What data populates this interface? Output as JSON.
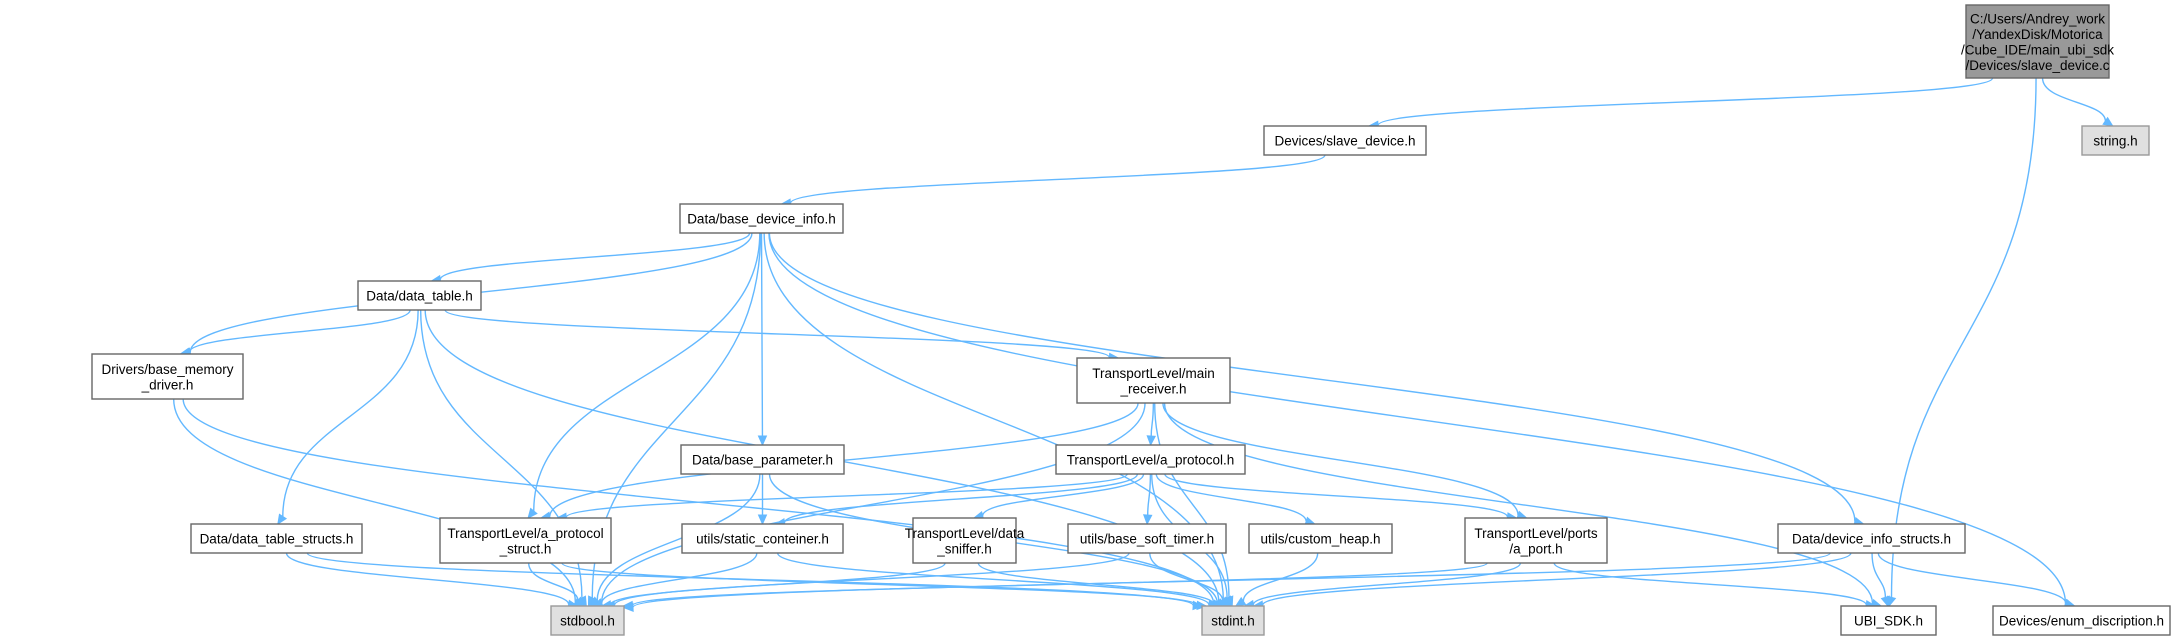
{
  "graph": {
    "colors": {
      "edge": "#63b8ff",
      "node_border": "#666666",
      "node_fill": "#ffffff",
      "system_fill": "#e0e0e0",
      "root_fill": "#999999"
    },
    "nodes": {
      "root": {
        "label": [
          "C:/Users/Andrey_work",
          "/YandexDisk/Motorica",
          "/Cube_IDE/main_ubi_sdk",
          "/Devices/slave_device.c"
        ],
        "kind": "root"
      },
      "slave_device_h": {
        "label": [
          "Devices/slave_device.h"
        ],
        "kind": "header"
      },
      "string_h": {
        "label": [
          "string.h"
        ],
        "kind": "system"
      },
      "base_device_info_h": {
        "label": [
          "Data/base_device_info.h"
        ],
        "kind": "header"
      },
      "data_table_h": {
        "label": [
          "Data/data_table.h"
        ],
        "kind": "header"
      },
      "base_memory_driver_h": {
        "label": [
          "Drivers/base_memory",
          "_driver.h"
        ],
        "kind": "header"
      },
      "main_receiver_h": {
        "label": [
          "TransportLevel/main",
          "_receiver.h"
        ],
        "kind": "header"
      },
      "base_parameter_h": {
        "label": [
          "Data/base_parameter.h"
        ],
        "kind": "header"
      },
      "a_protocol_h": {
        "label": [
          "TransportLevel/a_protocol.h"
        ],
        "kind": "header"
      },
      "data_table_structs_h": {
        "label": [
          "Data/data_table_structs.h"
        ],
        "kind": "header"
      },
      "a_protocol_struct_h": {
        "label": [
          "TransportLevel/a_protocol",
          "_struct.h"
        ],
        "kind": "header"
      },
      "static_conteiner_h": {
        "label": [
          "utils/static_conteiner.h"
        ],
        "kind": "header"
      },
      "data_sniffer_h": {
        "label": [
          "TransportLevel/data",
          "_sniffer.h"
        ],
        "kind": "header"
      },
      "base_soft_timer_h": {
        "label": [
          "utils/base_soft_timer.h"
        ],
        "kind": "header"
      },
      "custom_heap_h": {
        "label": [
          "utils/custom_heap.h"
        ],
        "kind": "header"
      },
      "a_port_h": {
        "label": [
          "TransportLevel/ports",
          "/a_port.h"
        ],
        "kind": "header"
      },
      "device_info_structs_h": {
        "label": [
          "Data/device_info_structs.h"
        ],
        "kind": "header"
      },
      "stdbool_h": {
        "label": [
          "stdbool.h"
        ],
        "kind": "system"
      },
      "stdint_h": {
        "label": [
          "stdint.h"
        ],
        "kind": "system"
      },
      "ubi_sdk_h": {
        "label": [
          "UBI_SDK.h"
        ],
        "kind": "header"
      },
      "enum_discription_h": {
        "label": [
          "Devices/enum_discription.h"
        ],
        "kind": "header"
      }
    },
    "edges": [
      [
        "root",
        "slave_device_h"
      ],
      [
        "root",
        "string_h"
      ],
      [
        "root",
        "ubi_sdk_h"
      ],
      [
        "slave_device_h",
        "base_device_info_h"
      ],
      [
        "base_device_info_h",
        "data_table_h"
      ],
      [
        "base_device_info_h",
        "base_memory_driver_h"
      ],
      [
        "base_device_info_h",
        "stdbool_h"
      ],
      [
        "base_device_info_h",
        "a_protocol_struct_h"
      ],
      [
        "base_device_info_h",
        "base_parameter_h"
      ],
      [
        "base_device_info_h",
        "stdint_h"
      ],
      [
        "base_device_info_h",
        "device_info_structs_h"
      ],
      [
        "base_device_info_h",
        "enum_discription_h"
      ],
      [
        "data_table_h",
        "base_memory_driver_h"
      ],
      [
        "data_table_h",
        "data_table_structs_h"
      ],
      [
        "data_table_h",
        "main_receiver_h"
      ],
      [
        "data_table_h",
        "stdbool_h"
      ],
      [
        "data_table_h",
        "stdint_h"
      ],
      [
        "base_memory_driver_h",
        "stdbool_h"
      ],
      [
        "base_memory_driver_h",
        "stdint_h"
      ],
      [
        "main_receiver_h",
        "a_protocol_h"
      ],
      [
        "main_receiver_h",
        "a_protocol_struct_h"
      ],
      [
        "main_receiver_h",
        "a_port_h"
      ],
      [
        "main_receiver_h",
        "stdbool_h"
      ],
      [
        "main_receiver_h",
        "stdint_h"
      ],
      [
        "main_receiver_h",
        "ubi_sdk_h"
      ],
      [
        "base_parameter_h",
        "static_conteiner_h"
      ],
      [
        "base_parameter_h",
        "stdbool_h"
      ],
      [
        "base_parameter_h",
        "stdint_h"
      ],
      [
        "a_protocol_h",
        "a_protocol_struct_h"
      ],
      [
        "a_protocol_h",
        "static_conteiner_h"
      ],
      [
        "a_protocol_h",
        "data_sniffer_h"
      ],
      [
        "a_protocol_h",
        "base_soft_timer_h"
      ],
      [
        "a_protocol_h",
        "custom_heap_h"
      ],
      [
        "a_protocol_h",
        "a_port_h"
      ],
      [
        "a_protocol_h",
        "stdint_h"
      ],
      [
        "data_table_structs_h",
        "stdbool_h"
      ],
      [
        "data_table_structs_h",
        "stdint_h"
      ],
      [
        "a_protocol_struct_h",
        "stdbool_h"
      ],
      [
        "a_protocol_struct_h",
        "stdint_h"
      ],
      [
        "static_conteiner_h",
        "stdbool_h"
      ],
      [
        "static_conteiner_h",
        "stdint_h"
      ],
      [
        "data_sniffer_h",
        "stdbool_h"
      ],
      [
        "data_sniffer_h",
        "stdint_h"
      ],
      [
        "base_soft_timer_h",
        "stdbool_h"
      ],
      [
        "base_soft_timer_h",
        "stdint_h"
      ],
      [
        "custom_heap_h",
        "stdint_h"
      ],
      [
        "a_port_h",
        "stdbool_h"
      ],
      [
        "a_port_h",
        "stdint_h"
      ],
      [
        "a_port_h",
        "ubi_sdk_h"
      ],
      [
        "device_info_structs_h",
        "stdbool_h"
      ],
      [
        "device_info_structs_h",
        "stdint_h"
      ],
      [
        "device_info_structs_h",
        "ubi_sdk_h"
      ],
      [
        "device_info_structs_h",
        "enum_discription_h"
      ]
    ]
  }
}
